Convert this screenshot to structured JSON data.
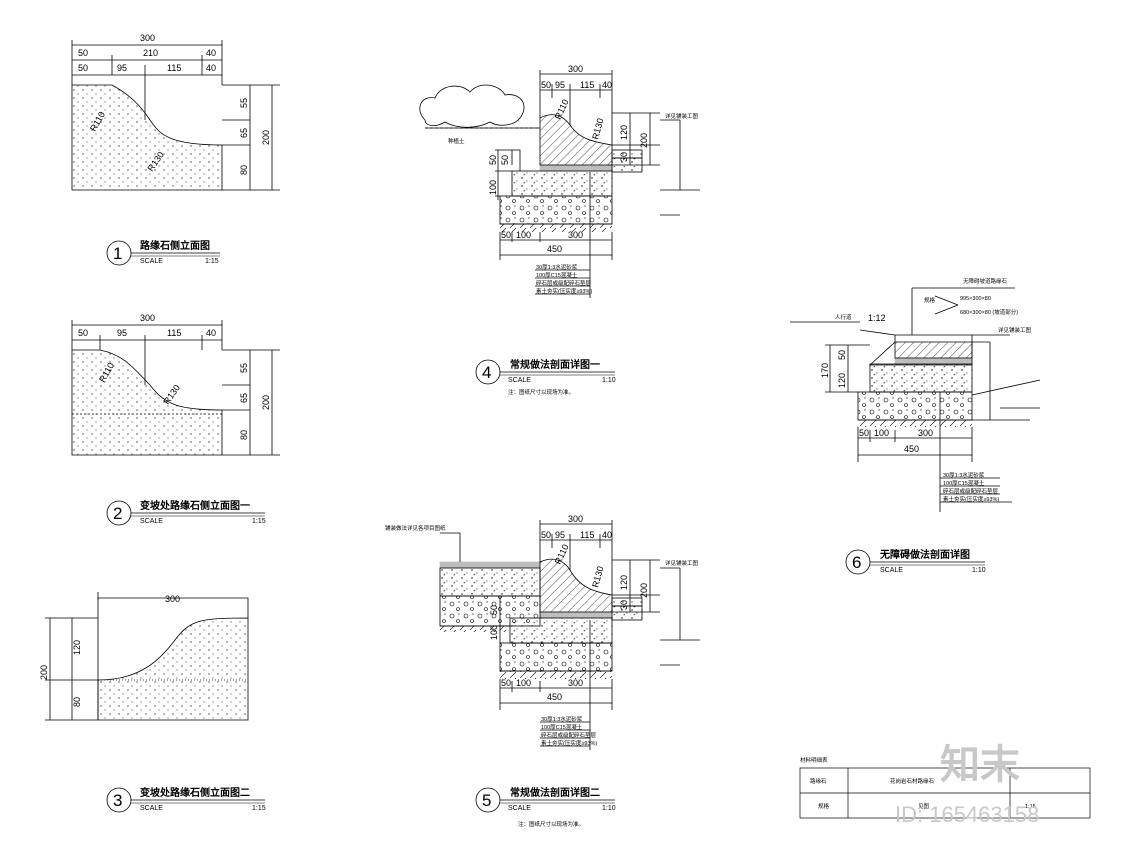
{
  "views": {
    "v1": {
      "num": "1",
      "title": "路缘石侧立面图",
      "scale_label": "SCALE",
      "scale": "1:15",
      "dims_top": [
        "300",
        "50",
        "210",
        "40",
        "50",
        "95",
        "115",
        "40"
      ],
      "dims_right": [
        "55",
        "65",
        "80",
        "200"
      ],
      "radii": [
        "R110",
        "R130"
      ]
    },
    "v2": {
      "num": "2",
      "title": "变坡处路缘石侧立面图一",
      "scale_label": "SCALE",
      "scale": "1:15",
      "dims_top": [
        "300",
        "50",
        "95",
        "115",
        "40"
      ],
      "dims_right": [
        "55",
        "65",
        "80",
        "200"
      ],
      "radii": [
        "R110",
        "R130"
      ]
    },
    "v3": {
      "num": "3",
      "title": "变坡处路缘石侧立面图二",
      "scale_label": "SCALE",
      "scale": "1:15",
      "dims_top": [
        "300"
      ],
      "dims_left": [
        "200",
        "120",
        "80"
      ]
    },
    "v4": {
      "num": "4",
      "title": "常规做法剖面详图一",
      "scale_label": "SCALE",
      "scale": "1:10",
      "note": "注：图纸尺寸以现场为准。",
      "tree_label": "种植土",
      "right_label": "详见铺装工图",
      "dims_top": [
        "300",
        "50",
        "95",
        "115",
        "40"
      ],
      "dims_right": [
        "120",
        "30",
        "200"
      ],
      "dims_left": [
        "50",
        "50",
        "100"
      ],
      "dims_bottom": [
        "50",
        "100",
        "300",
        "450"
      ],
      "radii": [
        "R110",
        "R130"
      ],
      "layers": [
        "30厚1:3水泥砂浆",
        "100厚C15混凝土",
        "碎石层或级配碎石垫层",
        "素土夯实(压实度≥93%)"
      ]
    },
    "v5": {
      "num": "5",
      "title": "常规做法剖面详图二",
      "scale_label": "SCALE",
      "scale": "1:10",
      "note": "注：图纸尺寸以现场为准。",
      "top_label": "铺装做法详见各项目图纸",
      "right_label": "详见铺装工图",
      "dims_top": [
        "300",
        "50",
        "95",
        "115",
        "40"
      ],
      "dims_right": [
        "120",
        "30",
        "200"
      ],
      "dims_left": [
        "50",
        "100"
      ],
      "dims_bottom": [
        "50",
        "100",
        "300",
        "450"
      ],
      "radii": [
        "R110",
        "R130"
      ],
      "layers": [
        "30厚1:3水泥砂浆",
        "100厚C15混凝土",
        "碎石层或级配碎石垫层",
        "素土夯实(压实度≥93%)"
      ]
    },
    "v6": {
      "num": "6",
      "title": "无障碍做法剖面详图",
      "scale_label": "SCALE",
      "scale": "1:10",
      "top_label": "无障碍坡道路缘石",
      "spec_label": "规格",
      "spec1": "995×300×80",
      "spec2": "680×300×80 (坡道部分)",
      "left_label": "人行道",
      "slope": "1:12",
      "right_label": "详见铺装工图",
      "dims_left": [
        "170",
        "50",
        "120"
      ],
      "dims_bottom": [
        "50",
        "100",
        "300",
        "450"
      ],
      "layers": [
        "30厚1:3水泥砂浆",
        "100厚C15混凝土",
        "碎石层或级配碎石垫层",
        "素土夯实(压实度≥93%)"
      ]
    }
  },
  "table": {
    "title": "材料明细表",
    "rows": [
      [
        "路缘石",
        "花岗岩石材路缘石"
      ],
      [
        "规格",
        "见图",
        "1:15"
      ]
    ]
  },
  "watermark": {
    "logo": "知末",
    "id": "ID: 165463158"
  }
}
